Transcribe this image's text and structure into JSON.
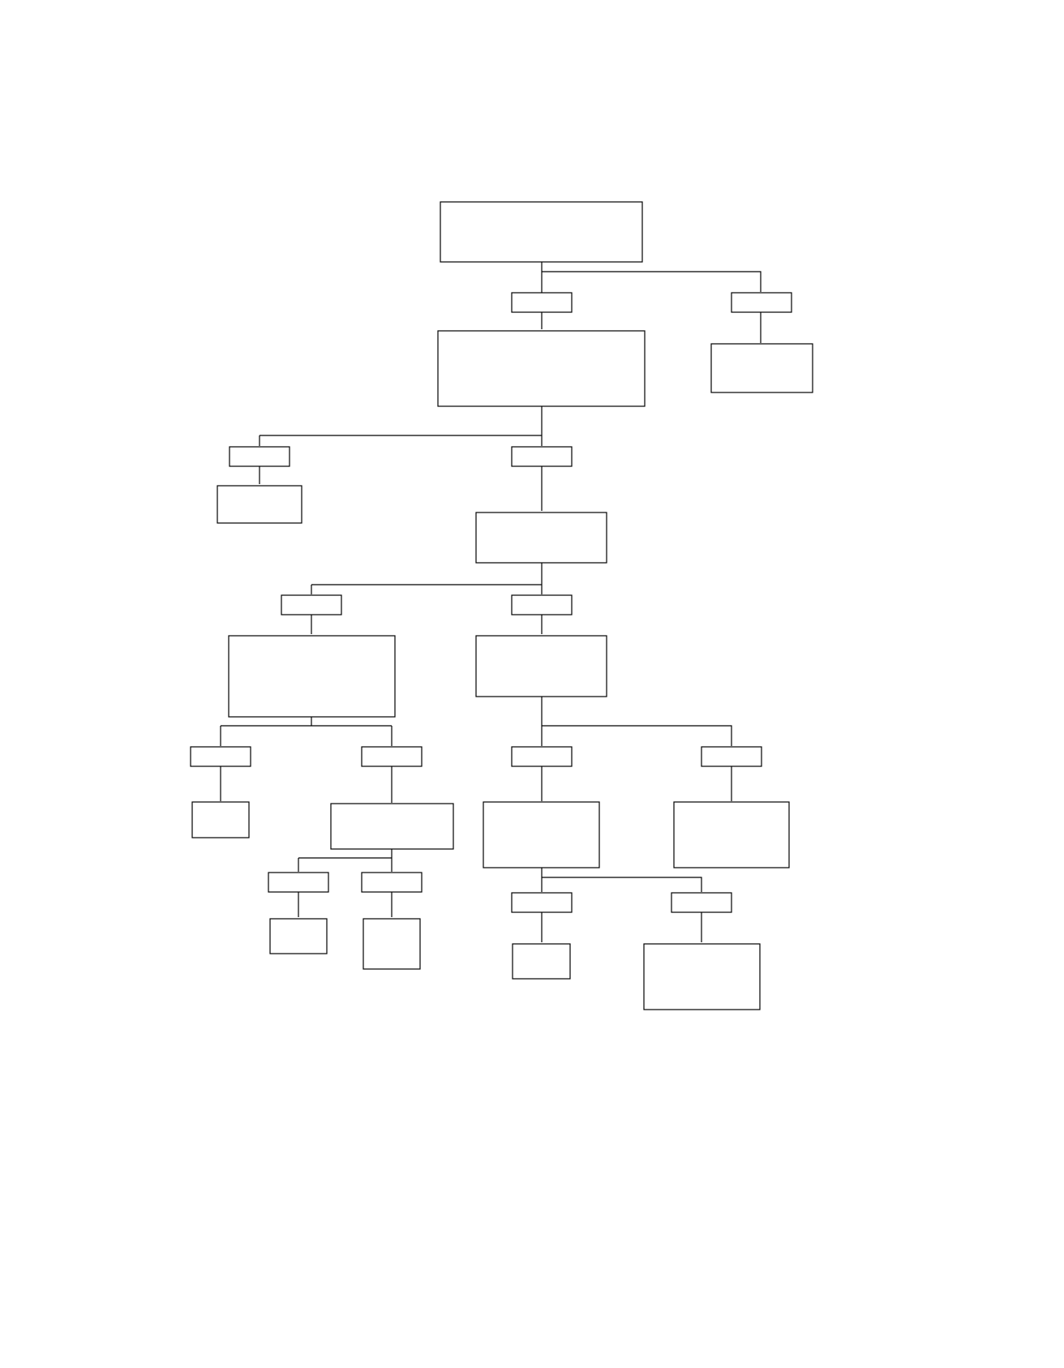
{
  "diagram": {
    "type": "tree",
    "nodes": [
      {
        "id": "root",
        "kind": "box",
        "label": ""
      },
      {
        "id": "edge-label-root-main",
        "kind": "edge-label",
        "label": ""
      },
      {
        "id": "edge-label-root-right",
        "kind": "edge-label",
        "label": ""
      },
      {
        "id": "main",
        "kind": "box",
        "label": ""
      },
      {
        "id": "right-leaf",
        "kind": "box",
        "label": ""
      },
      {
        "id": "edge-label-main-left",
        "kind": "edge-label",
        "label": ""
      },
      {
        "id": "edge-label-main-mid",
        "kind": "edge-label",
        "label": ""
      },
      {
        "id": "left-leaf",
        "kind": "box",
        "label": ""
      },
      {
        "id": "mid",
        "kind": "box",
        "label": ""
      },
      {
        "id": "edge-label-mid-left",
        "kind": "edge-label",
        "label": ""
      },
      {
        "id": "edge-label-mid-right",
        "kind": "edge-label",
        "label": ""
      },
      {
        "id": "left-branch",
        "kind": "box",
        "label": ""
      },
      {
        "id": "right-branch",
        "kind": "box",
        "label": ""
      },
      {
        "id": "edge-label-lb-a",
        "kind": "edge-label",
        "label": ""
      },
      {
        "id": "edge-label-lb-b",
        "kind": "edge-label",
        "label": ""
      },
      {
        "id": "edge-label-rb-a",
        "kind": "edge-label",
        "label": ""
      },
      {
        "id": "edge-label-rb-b",
        "kind": "edge-label",
        "label": ""
      },
      {
        "id": "lb-leaf-a",
        "kind": "box",
        "label": ""
      },
      {
        "id": "lb-node-b",
        "kind": "box",
        "label": ""
      },
      {
        "id": "rb-node-a",
        "kind": "box",
        "label": ""
      },
      {
        "id": "rb-leaf-b",
        "kind": "box",
        "label": ""
      },
      {
        "id": "edge-label-lbb-a",
        "kind": "edge-label",
        "label": ""
      },
      {
        "id": "edge-label-lbb-b",
        "kind": "edge-label",
        "label": ""
      },
      {
        "id": "edge-label-rba-a",
        "kind": "edge-label",
        "label": ""
      },
      {
        "id": "edge-label-rba-b",
        "kind": "edge-label",
        "label": ""
      },
      {
        "id": "lbb-leaf-a",
        "kind": "box",
        "label": ""
      },
      {
        "id": "lbb-leaf-b",
        "kind": "box",
        "label": ""
      },
      {
        "id": "rba-leaf-a",
        "kind": "box",
        "label": ""
      },
      {
        "id": "rba-leaf-b",
        "kind": "box",
        "label": ""
      }
    ]
  }
}
